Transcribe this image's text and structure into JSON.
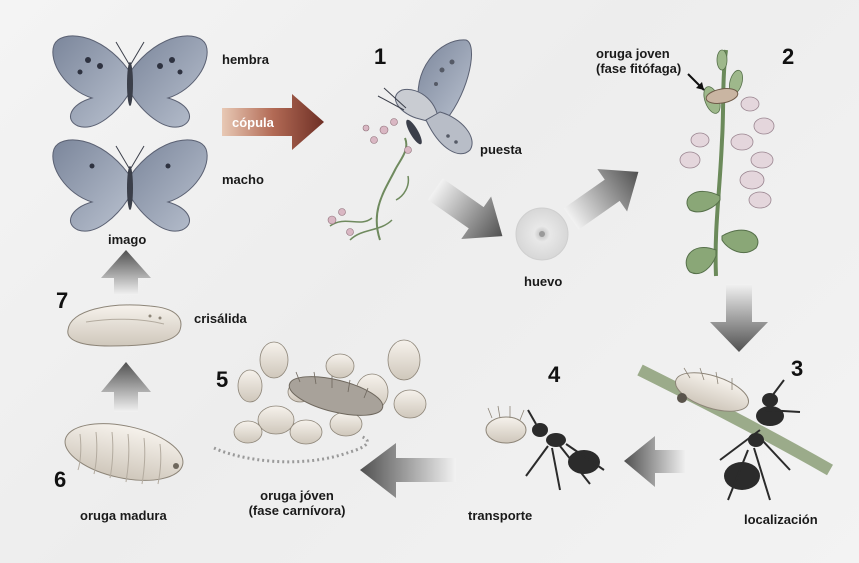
{
  "labels": {
    "hembra": "hembra",
    "macho": "macho",
    "imago": "imago",
    "copula": "cópula",
    "puesta": "puesta",
    "huevo": "huevo",
    "oruga_joven_line1": "oruga joven",
    "oruga_joven_line2": "(fase fitófaga)",
    "localizacion": "localización",
    "transporte": "transporte",
    "oruga_joven2_line1": "oruga jóven",
    "oruga_joven2_line2": "(fase carnívora)",
    "oruga_madura": "oruga madura",
    "crisalida": "crisálida"
  },
  "stage_numbers": [
    "1",
    "2",
    "3",
    "4",
    "5",
    "6",
    "7"
  ],
  "colors": {
    "wing_blue": "#9aa6b8",
    "wing_dark": "#6c7385",
    "arrow_dark": "#5a5a5a",
    "arrow_light": "#ececec",
    "plant_green": "#7e9a6a",
    "flower_pink": "#d9b7c3",
    "ant_dark": "#2b2b2b",
    "larva_cream": "#ece6dd"
  },
  "icons": [
    "butterfly-female-icon",
    "butterfly-male-icon",
    "butterfly-laying-icon",
    "egg-icon",
    "plant-caterpillar-icon",
    "ant-caterpillar-icon",
    "ant-transport-icon",
    "ant-brood-icon",
    "mature-caterpillar-icon",
    "chrysalis-icon"
  ]
}
